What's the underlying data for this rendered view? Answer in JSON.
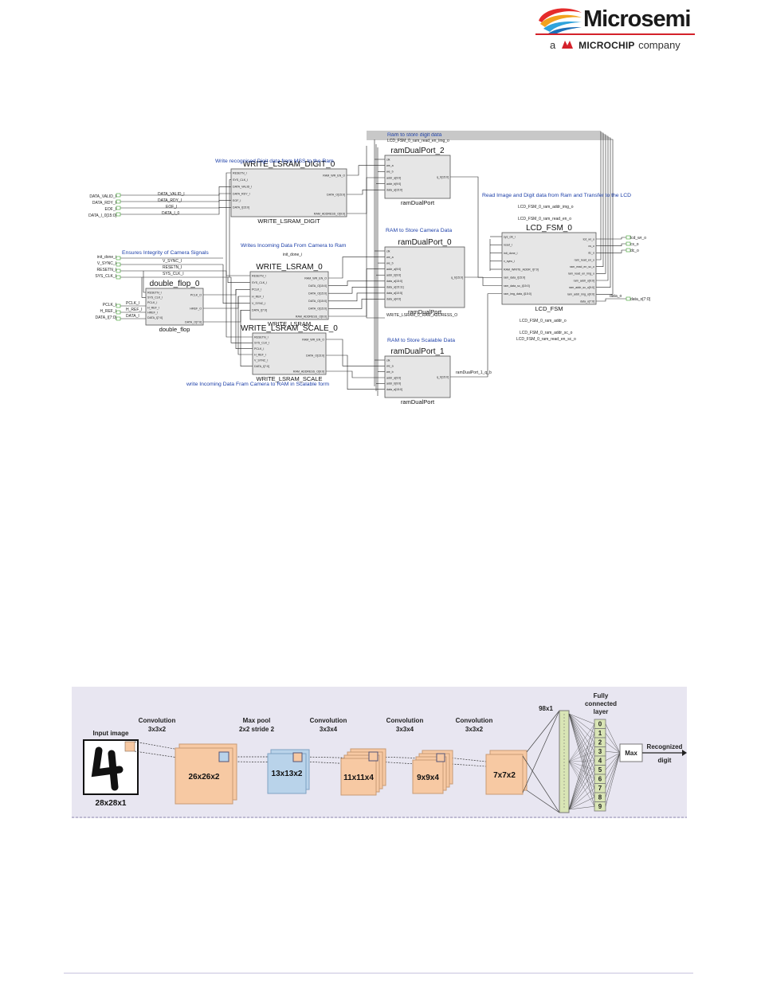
{
  "header": {
    "brand": "Microsemi",
    "tagline_prefix": "a",
    "tagline_company": "MICROCHIP",
    "tagline_suffix": "company"
  },
  "schematic": {
    "notes": {
      "ram_digit": "Ram to store digit data",
      "write_digit": "Write recognised Digit data from MSS to the Ram",
      "read_image": "Read Image and Digit data from Ram and Transfer to the LCD",
      "ram_camera": "RAM to Store Camera Data",
      "integrity": "Ensures Integrity of Camera Signals",
      "write_camera": "Writes Incoming Data From Camera to Ram",
      "ram_scalable": "RAM to Store Scalable Data",
      "write_scalable": "write Incoming Data Fram Camera to RAM in Scalable form"
    },
    "blocks": {
      "write_lsram_digit": {
        "title": "WRITE_LSRAM_DIGIT_0",
        "bottom": "WRITE_LSRAM_DIGIT",
        "in_ports": [
          "RESETN_I",
          "SYS_CLK_I",
          "DATA_VALID_I",
          "DATA_RDY_I",
          "EOF_I",
          "DATA_I[15:0]"
        ],
        "out_ports": [
          "RAM_WR_EN_O",
          "DATA_O[15:0]",
          "RAM_ADDRESS_O[9:0]"
        ]
      },
      "ramdualport_2": {
        "title": "ramDualPort_2",
        "bottom": "ramDualPort",
        "in_ports": [
          "clk",
          "we_a",
          "we_b",
          "addr_a[9:0]",
          "addr_b[9:0]",
          "data_a[15:0]"
        ],
        "out_ports": [
          "q_b[15:0]"
        ]
      },
      "write_lsram": {
        "title": "WRITE_LSRAM_0",
        "bottom": "WRITE_LSRAM",
        "in_ports": [
          "RESETN_I",
          "SYS_CLK_I",
          "PCLK_I",
          "H_REF_I",
          "V_SYNC_I",
          "DATA_I[7:0]"
        ],
        "out_ports": [
          "RAM_WR_EN_O",
          "DATA_O[15:0]",
          "DATA_O[15:0]",
          "DATA_O[15:0]",
          "DATA_O[15:0]",
          "RAM_ADDRESS_O[9:0]"
        ]
      },
      "ramdualport_0": {
        "title": "ramDualPort_0",
        "bottom": "ramDualPort",
        "in_ports": [
          "clk",
          "we_a",
          "we_b",
          "addr_a[9:0]",
          "addr_b[9:0]",
          "data_a[15:0]",
          "data_a[15:11]",
          "data_a[10:5]",
          "data_a[4:0]"
        ],
        "out_ports": [
          "q_b[15:0]"
        ]
      },
      "lcd_fsm": {
        "title": "LCD_FSM_0",
        "bottom": "LCD_FSM",
        "in_ports": [
          "sys_clk_i",
          "reset_i",
          "init_done_i",
          "v_sync_i",
          "RAM_WRITE_ADDR_I[7:0]",
          "ram_data_i[15:0]",
          "ram_data_sc_i[15:0]",
          "ram_img_data_i[15:0]"
        ],
        "out_ports": [
          "lcd_wr_o",
          "cs_o",
          "dc_o",
          "ram_read_en_o",
          "ram_read_en_sc_o",
          "ram_read_en_img_o",
          "ram_addr_o[9:0]",
          "ram_addr_sc_o[9:0]",
          "ram_addr_img_o[9:0]",
          "data_o[7:0]"
        ]
      },
      "double_flop": {
        "title": "double_flop_0",
        "bottom": "double_flop",
        "in_ports": [
          "RESETN_I",
          "SYS_CLK_I",
          "PCLK_I",
          "H_REF_I",
          "HREF_I",
          "DATA_I[7:0]"
        ],
        "out_ports": [
          "PCLK_O",
          "HREF_O",
          "DATA_O[7:0]"
        ]
      },
      "write_lsram_scale": {
        "title": "WRITE_LSRAM_SCALE_0",
        "bottom": "WRITE_LSRAM_SCALE",
        "in_ports": [
          "RESETN_I",
          "SYS_CLK_I",
          "PCLK_I",
          "H_REF_I",
          "V_SYNC_I",
          "DATA_I[7:0]"
        ],
        "out_ports": [
          "RAM_WR_EN_O",
          "DATA_O[15:0]",
          "RAM_ADDRESS_O[9:0]"
        ]
      },
      "ramdualport_1": {
        "title": "ramDualPort_1",
        "bottom": "ramDualPort",
        "in_ports": [
          "clk",
          "we_a",
          "we_b",
          "addr_a[9:0]",
          "addr_b[9:0]",
          "data_a[15:0]"
        ],
        "out_ports": [
          "q_b[15:0]"
        ]
      }
    },
    "inputs": {
      "digit": [
        "DATA_VALID_I",
        "DATA_RDY_I",
        "EOF_I",
        "DATA_I_0[15:0]"
      ],
      "camera": [
        "init_done_i",
        "V_SYNC_I",
        "RESETN_I",
        "SYS_CLK_I"
      ],
      "pixel": [
        "PCLK_I",
        "H_REF_I",
        "DATA_I[7:0]"
      ]
    },
    "outputs": [
      "lcd_wr_o",
      "cs_o",
      "dc_o",
      "data_o[7:0]"
    ],
    "signals": {
      "digit": [
        "DATA_VALID_I",
        "DATA_RDY_I",
        "EOF_I",
        "DATA_I_0"
      ],
      "cam": [
        "V_SYNC_I",
        "RESETN_I",
        "SYS_CLK_I"
      ],
      "pix": [
        "PCLK_I",
        "H_REF_I",
        "DATA_I"
      ],
      "ram_read_en_img": "LCD_FSM_0_ram_read_en_img_o",
      "ram_addr_img": "LCD_FSM_0_ram_addr_img_o",
      "ram_read_en": "LCD_FSM_0_ram_read_en_o",
      "init_done": "init_done_i",
      "ram_addr": "LCD_FSM_0_ram_addr_o",
      "ram_addr_sc": "LCD_FSM_0_ram_addr_sc_o",
      "ram_read_en_sc": "LCD_FSM_0_ram_read_en_sc_o",
      "write_lsram_addr": "WRITE_LSRAM_0_RAM_ADDRESS_O",
      "rdp1_q": "ramDualPort_1_q_b",
      "data_o": "data_o"
    }
  },
  "cnn": {
    "stages": [
      {
        "name": "Convolution",
        "param": "3x3x2"
      },
      {
        "name": "Max pool",
        "param": "2x2 stride 2"
      },
      {
        "name": "Convolution",
        "param": "3x3x4"
      },
      {
        "name": "Convolution",
        "param": "3x3x4"
      },
      {
        "name": "Convolution",
        "param": "3x3x2"
      }
    ],
    "input_label": "Input image",
    "input_size": "28x28x1",
    "maps": [
      "26x26x2",
      "13x13x2",
      "11x11x4",
      "9x9x4",
      "7x7x2"
    ],
    "flat": "98x1",
    "fc_label": [
      "Fully",
      "connected",
      "layer"
    ],
    "digits": [
      "0",
      "1",
      "2",
      "3",
      "4",
      "5",
      "6",
      "7",
      "8",
      "9"
    ],
    "max": "Max",
    "output": [
      "Recognized",
      "digit"
    ],
    "colors": {
      "orange": "#f7c9a3",
      "blue": "#b9d3ea",
      "band": "#e8e6f1",
      "fc": "#d9e5b5"
    }
  }
}
